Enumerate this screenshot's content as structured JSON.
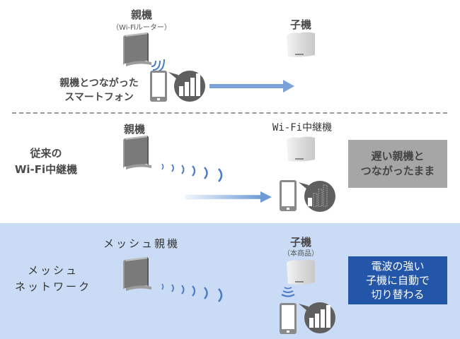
{
  "colors": {
    "mesh_background": "#cadcf5",
    "gray_callout": "#a6a6a6",
    "blue_callout": "#2356a8",
    "arrow_blue": "#7ba3d8",
    "wave_blue": "#4a7cc7",
    "router_gray": "#7a7a7a",
    "signal_bubble": "#5f5f5f"
  },
  "section_top": {
    "parent_label": "親機",
    "parent_sublabel": "（Wi-Fiルーター）",
    "child_label": "子機",
    "phone_label": "親機とつながった\nスマートフォン",
    "phone_signal": "strong",
    "icons": [
      "router-icon",
      "wifi-waves-icon",
      "smartphone-icon",
      "signal-bars-icon",
      "arrow-right-icon",
      "mesh-node-icon"
    ]
  },
  "section_conventional": {
    "title": "従来の\nWi-Fi中継機",
    "parent_label": "親機",
    "repeater_label": "Wi-Fi中継機",
    "callout": "遅い親機と\nつながったまま",
    "phone_signal": "weak"
  },
  "section_mesh": {
    "title": "メッシュ\nネットワーク",
    "parent_label": "メッシュ親機",
    "child_label": "子機",
    "child_sublabel": "（本商品）",
    "callout": "電波の強い\n子機に自動で\n切り替わる",
    "phone_signal": "strong"
  }
}
